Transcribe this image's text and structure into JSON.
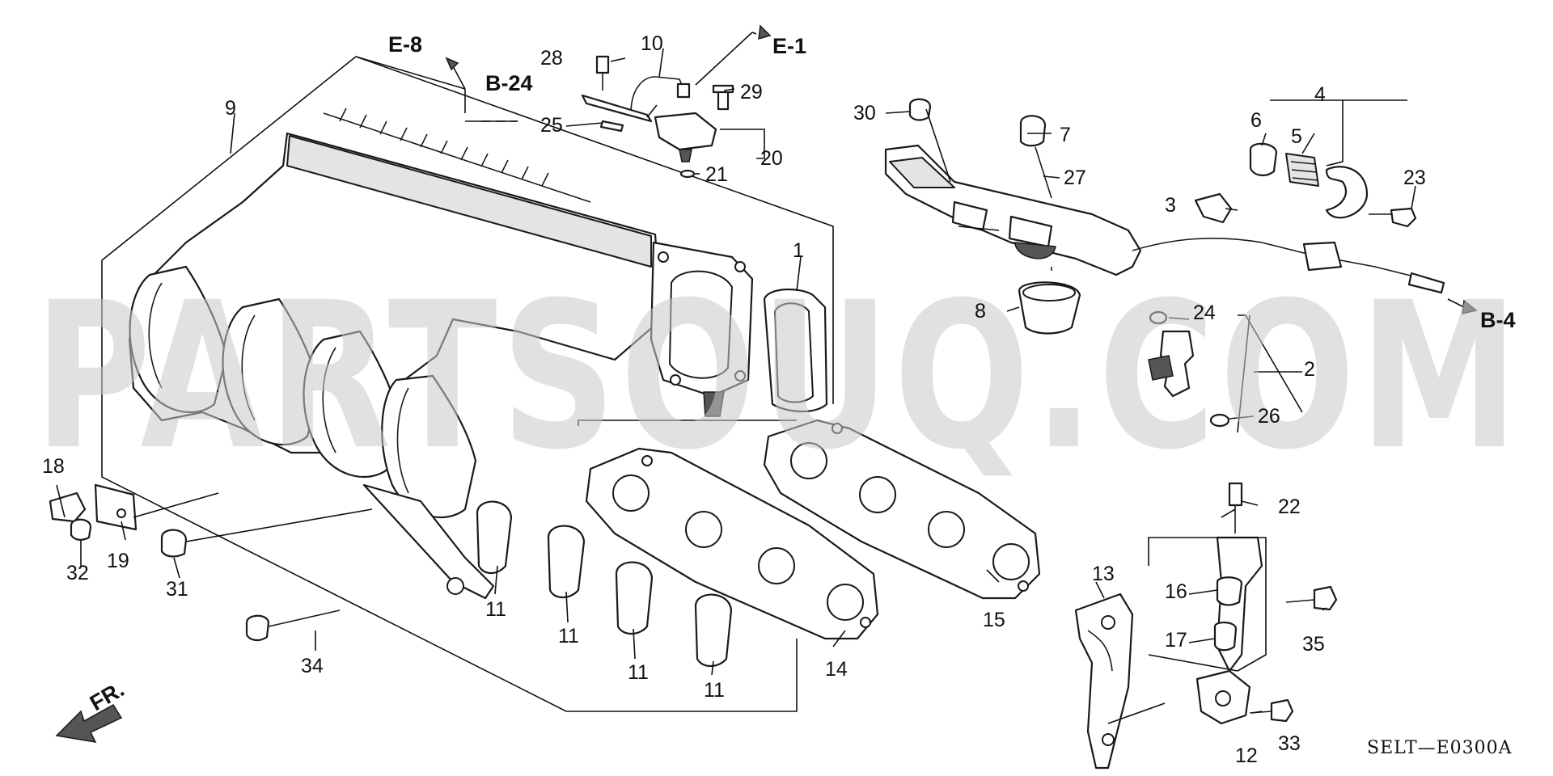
{
  "watermark": "PARTSOUQ.COM",
  "diagram_code": "SELT—E0300A",
  "direction_label": "FR.",
  "references": [
    "E-8",
    "E-1",
    "B-24",
    "B-4"
  ],
  "callouts": {
    "p1": "1",
    "p2": "2",
    "p3": "3",
    "p4": "4",
    "p5": "5",
    "p6": "6",
    "p7": "7",
    "p8": "8",
    "p9": "9",
    "p10": "10",
    "p11a": "11",
    "p11b": "11",
    "p11c": "11",
    "p11d": "11",
    "p12": "12",
    "p13": "13",
    "p14": "14",
    "p15": "15",
    "p16": "16",
    "p17": "17",
    "p18": "18",
    "p19": "19",
    "p20": "20",
    "p21": "21",
    "p22": "22",
    "p23": "23",
    "p24": "24",
    "p25": "25",
    "p26": "26",
    "p27": "27",
    "p28": "28",
    "p29": "29",
    "p30": "30",
    "p31": "31",
    "p32": "32",
    "p33": "33",
    "p34": "34",
    "p35": "35"
  }
}
